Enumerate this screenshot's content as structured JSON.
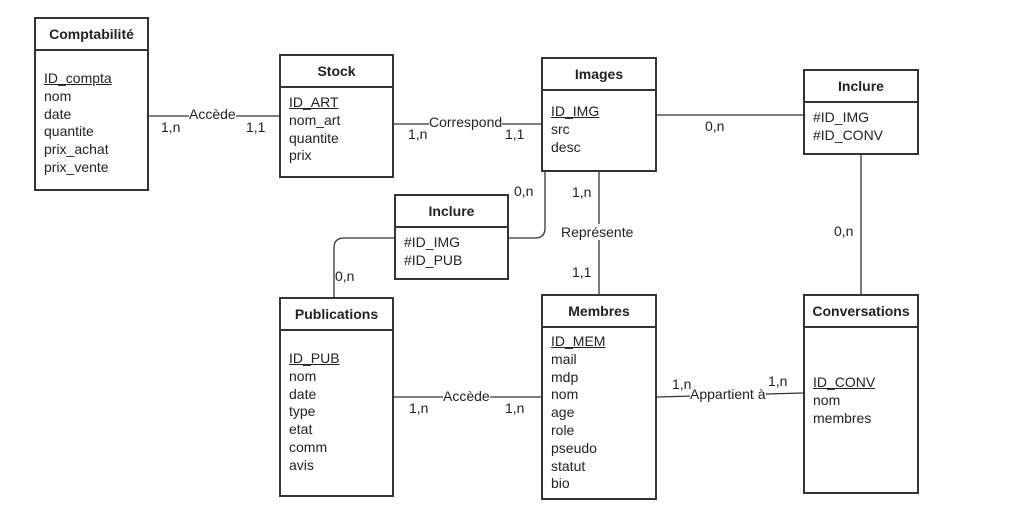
{
  "entities": {
    "comptabilite": {
      "title": "Comptabilité",
      "attributes": [
        "ID_compta",
        "nom",
        "date",
        "quantite",
        "prix_achat",
        "prix_vente"
      ]
    },
    "stock": {
      "title": "Stock",
      "attributes": [
        "ID_ART",
        "nom_art",
        "quantite",
        "prix"
      ]
    },
    "images": {
      "title": "Images",
      "attributes": [
        "ID_IMG",
        "src",
        "desc"
      ]
    },
    "inclure_conv": {
      "title": "Inclure",
      "attributes": [
        "#ID_IMG",
        "#ID_CONV"
      ]
    },
    "inclure_pub": {
      "title": "Inclure",
      "attributes": [
        "#ID_IMG",
        "#ID_PUB"
      ]
    },
    "publications": {
      "title": "Publications",
      "attributes": [
        "ID_PUB",
        "nom",
        "date",
        "type",
        "etat",
        "comm",
        "avis"
      ]
    },
    "membres": {
      "title": "Membres",
      "attributes": [
        "ID_MEM",
        "mail",
        "mdp",
        "nom",
        "age",
        "role",
        "pseudo",
        "statut",
        "bio"
      ]
    },
    "conversations": {
      "title": "Conversations",
      "attributes": [
        "ID_CONV",
        "nom",
        "membres"
      ]
    }
  },
  "relations": {
    "accede_stock": {
      "label": "Accède",
      "card_left": "1,n",
      "card_right": "1,1"
    },
    "correspond": {
      "label": "Correspond",
      "card_left": "1,n",
      "card_right": "1,1"
    },
    "images_inclure_conv": {
      "card_images": "0,n",
      "card_conv": "0,n"
    },
    "images_inclure_pub": {
      "card_images": "0,n",
      "card_pub": "0,n"
    },
    "represente": {
      "label": "Représente",
      "card_images": "1,n",
      "card_membres": "1,1"
    },
    "accede_pub": {
      "label": "Accède",
      "card_left": "1,n",
      "card_right": "1,n"
    },
    "appartient": {
      "label": "Appartient à",
      "card_left": "1,n",
      "card_right": "1,n"
    }
  }
}
